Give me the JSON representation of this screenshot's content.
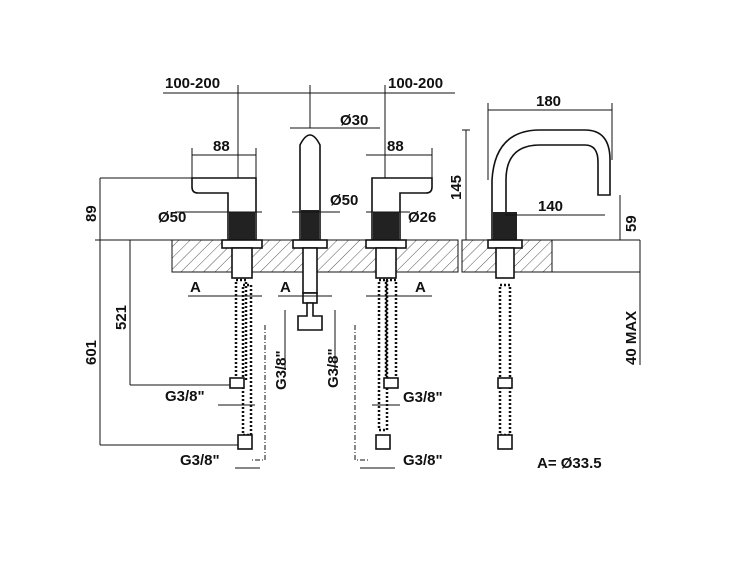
{
  "dimensions": {
    "spacing_left": "100-200",
    "spacing_right": "100-200",
    "spout_diameter": "Ø30",
    "handle_width_left": "88",
    "handle_width_right": "88",
    "spout_reach": "180",
    "spout_height": "145",
    "handle_height": "89",
    "base_diameter_left": "Ø50",
    "base_diameter_center": "Ø50",
    "base_diameter_right": "Ø26",
    "spout_projection": "140",
    "outlet_height": "59",
    "total_depth": "601",
    "hose_depth": "521",
    "deck_thickness": "40 MAX",
    "a_left": "A",
    "a_center": "A",
    "a_right": "A",
    "thread_left_upper": "G3/8\"",
    "thread_left_lower": "G3/8\"",
    "thread_center_left": "G3/8\"",
    "thread_center_right": "G3/8\"",
    "thread_right_upper": "G3/8\"",
    "thread_right_lower": "G3/8\""
  },
  "note": "A= Ø33.5"
}
